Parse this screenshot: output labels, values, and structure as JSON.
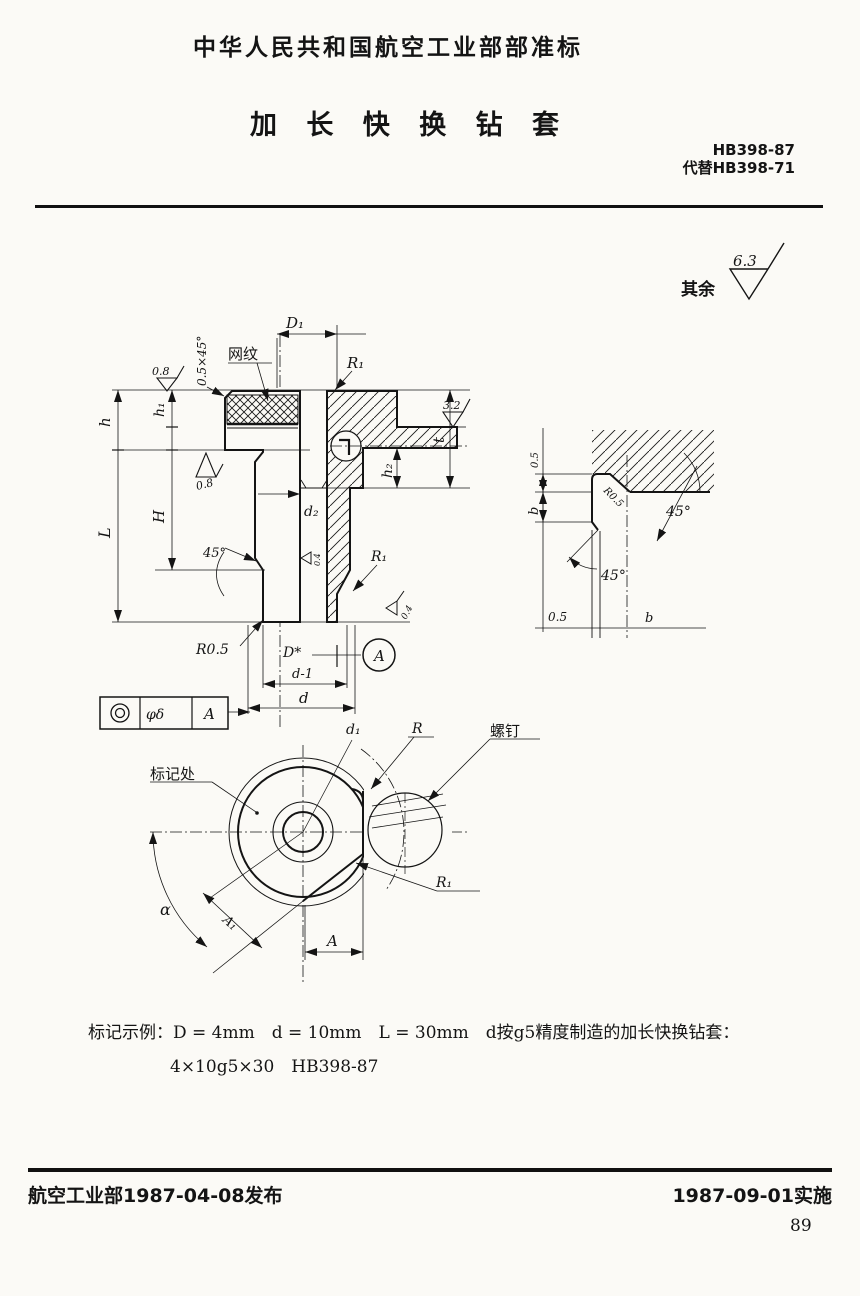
{
  "header": {
    "org_line": "中华人民共和国航空工业部部准标",
    "title": "加 长 快 换 钻 套",
    "code": "HB398-87",
    "supersedes": "代替HB398-71"
  },
  "roughness_note": {
    "prefix": "其余",
    "value": "6.3"
  },
  "drawing": {
    "main": {
      "D1": "D₁",
      "R1_top": "R₁",
      "knurl_label": "网纹",
      "chamfer": "0.5×45°",
      "rough_top": "0.8",
      "rough_mid": "0.8",
      "rough_step": "3.2",
      "rough_bore": "0.4",
      "rough_taper": "0.4",
      "h": "h",
      "h1": "h₁",
      "h2": "h₂",
      "H": "H",
      "L": "L",
      "t": "t",
      "d2": "d₂",
      "angle45": "45°",
      "R1_low": "R₁",
      "R05": "R0.5",
      "D_star": "D*",
      "d_minus1": "d-1",
      "d": "d",
      "detail_ref": "A"
    },
    "frame": {
      "symbol": "concentricity",
      "tolerance": "φδ",
      "datum": "A"
    },
    "detail": {
      "top05": "0.5",
      "b_left": "b",
      "r05": "R0.5",
      "a45_upper": "45°",
      "a45_lower": "45°",
      "bottom05": "0.5",
      "b_bottom": "b"
    },
    "bottom": {
      "d1": "d₁",
      "R": "R",
      "screw": "螺钉",
      "mark": "标记处",
      "R1": "R₁",
      "A1": "A₁",
      "A": "A",
      "alpha": "α"
    }
  },
  "marking_example": {
    "line1": "标记示例：D = 4mm　d = 10mm　L = 30mm　d按g5精度制造的加长快换钻套：",
    "line2": "4×10g5×30　HB398-87"
  },
  "footer": {
    "issued": "航空工业部1987-04-08发布",
    "effective": "1987-09-01实施",
    "page": "89"
  }
}
